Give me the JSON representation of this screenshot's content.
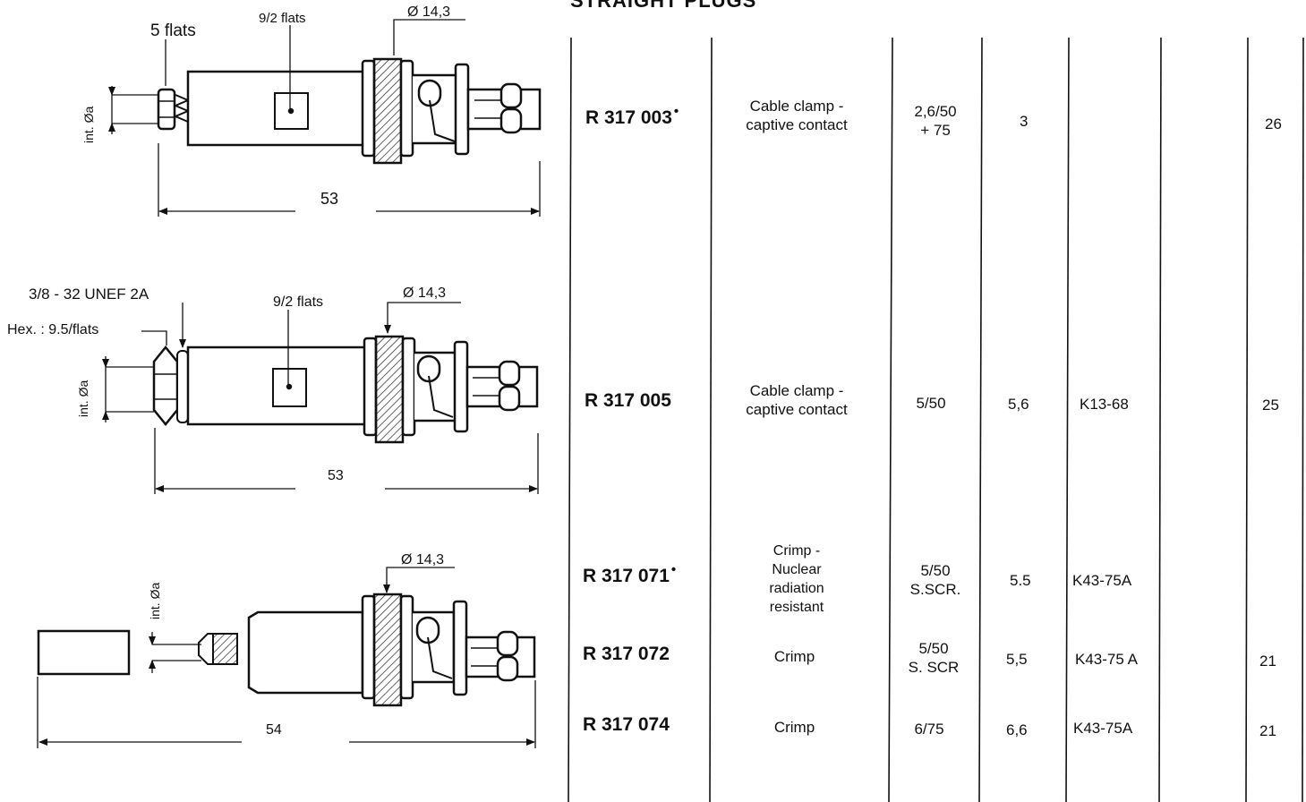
{
  "title": "STRAIGHT  PLUGS",
  "drawings": {
    "d1": {
      "flats_label": "5 flats",
      "square_label": "9/2 flats",
      "dia_label": "Ø 14,3",
      "bore_label": "int. Øa",
      "length_label": "53"
    },
    "d2": {
      "thread_label": "3/8 - 32 UNEF 2A",
      "hex_label": "Hex. : 9.5/flats",
      "square_label": "9/2 flats",
      "dia_label": "Ø 14,3",
      "bore_label": "int. Øa",
      "length_label": "53"
    },
    "d3": {
      "dia_label": "Ø 14,3",
      "bore_label": "int. Øa",
      "length_label": "54"
    }
  },
  "rows": [
    {
      "ref": "R 317 003",
      "marker": "•",
      "type": [
        "Cable clamp -",
        "captive contact"
      ],
      "cable": [
        "2,6/50",
        "+ 75"
      ],
      "size": "3",
      "std": "",
      "page": "26"
    },
    {
      "ref": "R 317 005",
      "marker": "",
      "type": [
        "Cable clamp -",
        "captive contact"
      ],
      "cable": [
        "5/50"
      ],
      "size": "5,6",
      "std": "K13-68",
      "page": "25"
    },
    {
      "ref": "R 317 071",
      "marker": "•",
      "type": [
        "Crimp -",
        "Nuclear",
        "radiation",
        "resistant"
      ],
      "cable": [
        "5/50",
        "S.SCR."
      ],
      "size": "5.5",
      "std": "K43-75A",
      "page": ""
    },
    {
      "ref": "R 317 072",
      "marker": "",
      "type": [
        "Crimp"
      ],
      "cable": [
        "5/50",
        "S. SCR"
      ],
      "size": "5,5",
      "std": "K43-75 A",
      "page": "21"
    },
    {
      "ref": "R 317 074",
      "marker": "",
      "type": [
        "Crimp"
      ],
      "cable": [
        "6/75"
      ],
      "size": "6,6",
      "std": "K43-75A",
      "page": "21"
    }
  ]
}
